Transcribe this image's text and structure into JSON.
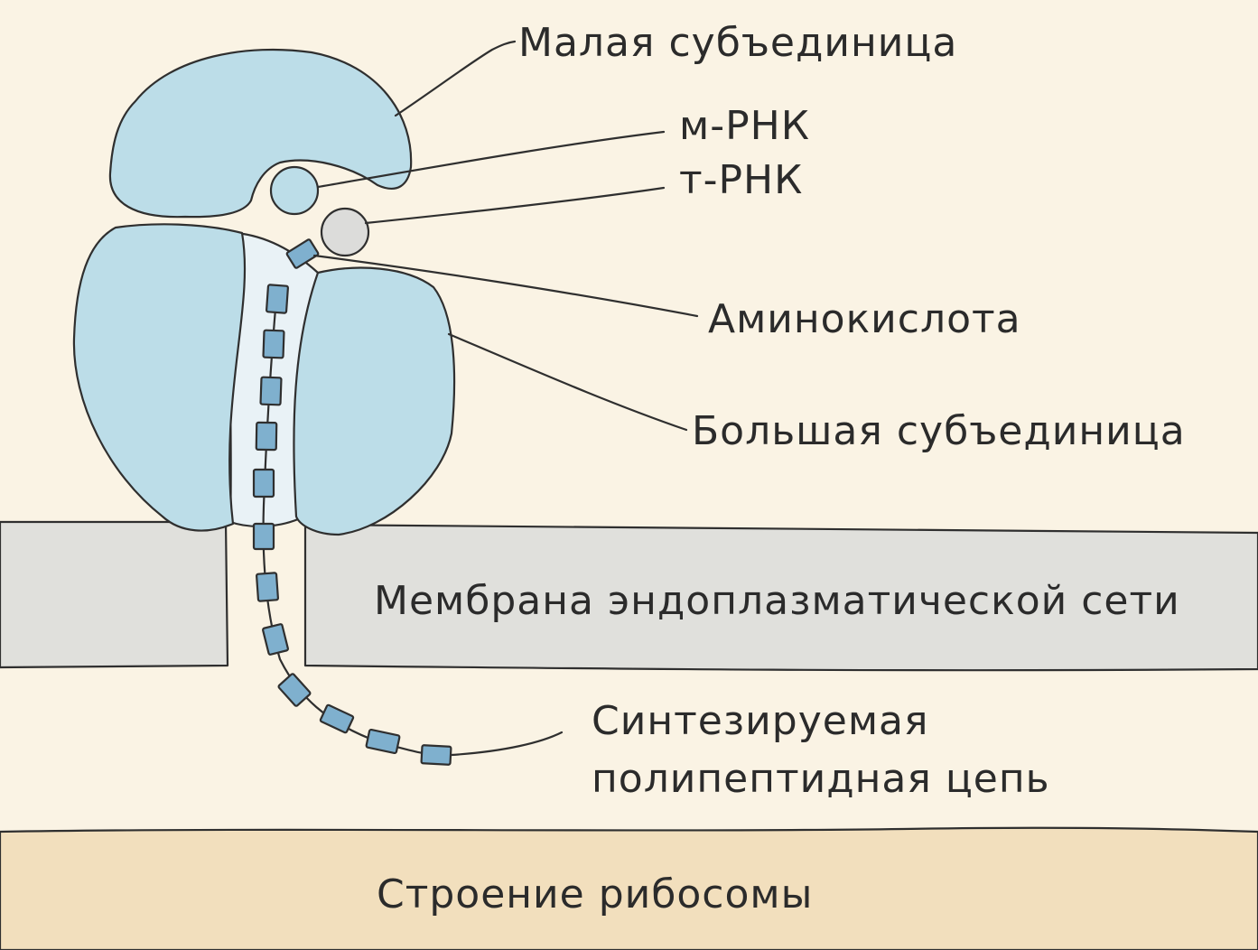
{
  "labels": {
    "small_subunit": "Малая субъединица",
    "mrna": "м-РНК",
    "trna": "т-РНК",
    "amino_acid": "Аминокислота",
    "large_subunit": "Большая субъединица",
    "membrane": "Мембрана эндоплазматической сети",
    "polypeptide_line1": "Синтезируемая",
    "polypeptide_line2": "полипептидная цепь"
  },
  "caption": "Строение рибосомы",
  "colors": {
    "background": "#faf3e4",
    "footer": "#f2dfbd",
    "subunit": "#bcdde8",
    "channel": "#e9f2f6",
    "membrane": "#e0e0dc",
    "trna": "#dcdcda",
    "amino_acid": "#7fb0ce",
    "outline": "#2f2f2f"
  }
}
